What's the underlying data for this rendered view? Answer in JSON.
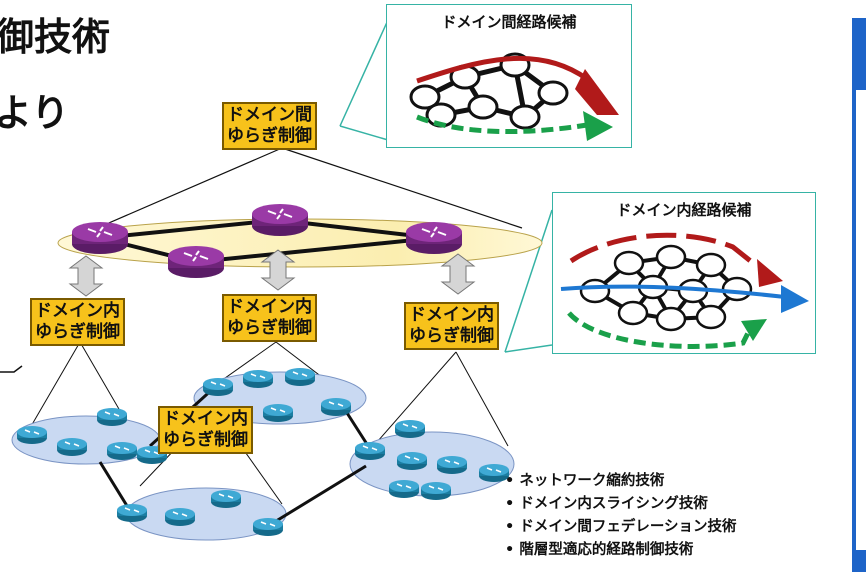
{
  "titles": {
    "line1": "御技術",
    "line2": "より"
  },
  "controllers": {
    "inter": [
      "ドメイン間",
      "ゆらぎ制御"
    ],
    "intra": [
      "ドメイン内",
      "ゆらぎ制御"
    ]
  },
  "callouts": {
    "inter_route": "ドメイン間経路候補",
    "intra_route": "ドメイン内経路候補"
  },
  "bullets": [
    "ネットワーク縮約技術",
    "ドメイン内スライシング技術",
    "ドメイン間フェデレーション技術",
    "階層型適応的経路制御技術"
  ],
  "colors": {
    "controller_fill": "#f7c21b",
    "router_core": "#7a2a86",
    "router_edge": "#1f8db5",
    "domain_fill": "#c9d9f2",
    "ellipse_fill": "#fbf3c7",
    "path_red": "#b11a1a",
    "path_green": "#1aa04a",
    "path_blue": "#1e78d2",
    "callout_border": "#36b3a5",
    "side_bar": "#1e64c8"
  },
  "icons": [
    "router-icon",
    "double-arrow-icon"
  ]
}
